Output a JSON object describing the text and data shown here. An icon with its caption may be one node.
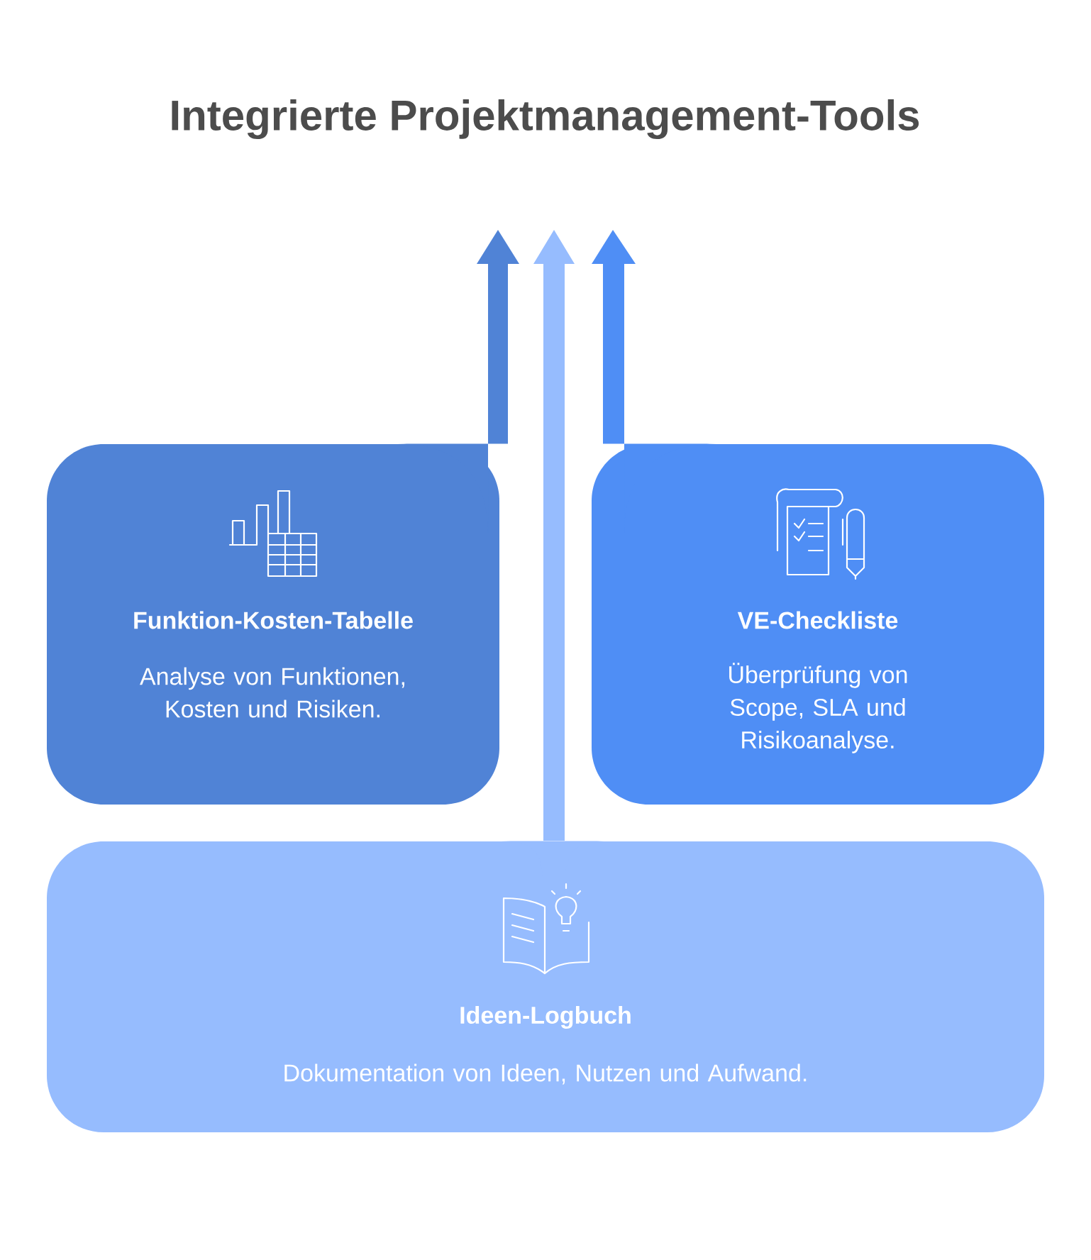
{
  "diagram": {
    "title": "Integrierte Projektmanagement-Tools",
    "nodes": [
      {
        "text": [
          "Funktion-Kosten-Tabelle",
          "Analyse von Funktionen, Kosten und Risiken."
        ]
      },
      {
        "text": [
          "VE-Checkliste",
          "Überprüfung von Scope, SLA und Risikoanalyse."
        ]
      },
      {
        "text": [
          "Ideen-Logbuch",
          "Dokumentation von Ideen, Nutzen und Aufwand."
        ]
      }
    ],
    "edges": [
      {
        "from": 0,
        "to": null,
        "arrow": "to",
        "color": "#5083d6"
      },
      {
        "from": 2,
        "to": null,
        "arrow": "to",
        "color": "#96bcfe"
      },
      {
        "from": 1,
        "to": null,
        "arrow": "to",
        "color": "#4f8ef5"
      }
    ]
  }
}
